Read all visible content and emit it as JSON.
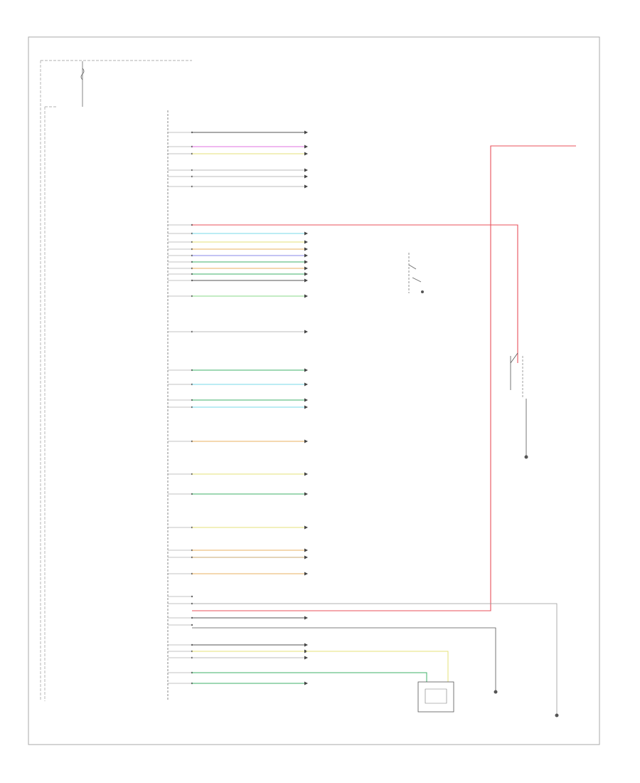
{
  "title": "",
  "colors": {
    "frame": "#aaaaaa",
    "red": "#e8505b",
    "pink": "#e070e0",
    "yellow": "#e6e07a",
    "cyan": "#7ad8e8",
    "violet": "#8a8ae8",
    "green": "#3fb06a",
    "lightgreen": "#8ad88a",
    "orange": "#e8b060",
    "brown": "#c8a870",
    "grey": "#bbbbbb",
    "dark": "#555555"
  },
  "wires": [
    {
      "color": "dark",
      "ends": "arrow"
    },
    {
      "color": "pink",
      "ends": "arrow"
    },
    {
      "color": "yellow",
      "ends": "arrow"
    },
    {
      "color": "grey",
      "ends": "arrow"
    },
    {
      "color": "grey",
      "ends": "arrow"
    },
    {
      "color": "grey",
      "ends": "arrow"
    },
    {
      "color": "red",
      "ends": "wrap"
    },
    {
      "color": "cyan",
      "ends": "arrow"
    },
    {
      "color": "yellow",
      "ends": "arrow"
    },
    {
      "color": "orange",
      "ends": "arrow"
    },
    {
      "color": "violet",
      "ends": "arrow"
    },
    {
      "color": "green",
      "ends": "arrow"
    },
    {
      "color": "orange",
      "ends": "arrow"
    },
    {
      "color": "green",
      "ends": "arrow"
    },
    {
      "color": "dark",
      "ends": "arrow"
    },
    {
      "color": "lightgreen",
      "ends": "arrow"
    },
    {
      "color": "grey",
      "ends": "arrow"
    },
    {
      "color": "green",
      "ends": "arrow"
    },
    {
      "color": "cyan",
      "ends": "arrow"
    },
    {
      "color": "green",
      "ends": "arrow"
    },
    {
      "color": "cyan",
      "ends": "arrow"
    },
    {
      "color": "orange",
      "ends": "arrow"
    },
    {
      "color": "yellow",
      "ends": "arrow"
    },
    {
      "color": "green",
      "ends": "arrow"
    },
    {
      "color": "yellow",
      "ends": "arrow"
    },
    {
      "color": "orange",
      "ends": "arrow"
    },
    {
      "color": "brown",
      "ends": "arrow"
    },
    {
      "color": "orange",
      "ends": "arrow"
    },
    {
      "color": "grey",
      "ends": "wrap"
    },
    {
      "color": "red",
      "ends": "wrap"
    },
    {
      "color": "dark",
      "ends": "arrow"
    },
    {
      "color": "grey",
      "ends": "wrap"
    },
    {
      "color": "dark",
      "ends": "arrow"
    },
    {
      "color": "yellow",
      "ends": "arrow"
    },
    {
      "color": "grey",
      "ends": "arrow"
    },
    {
      "color": "green",
      "ends": "wrap"
    },
    {
      "color": "green",
      "ends": "arrow"
    }
  ]
}
